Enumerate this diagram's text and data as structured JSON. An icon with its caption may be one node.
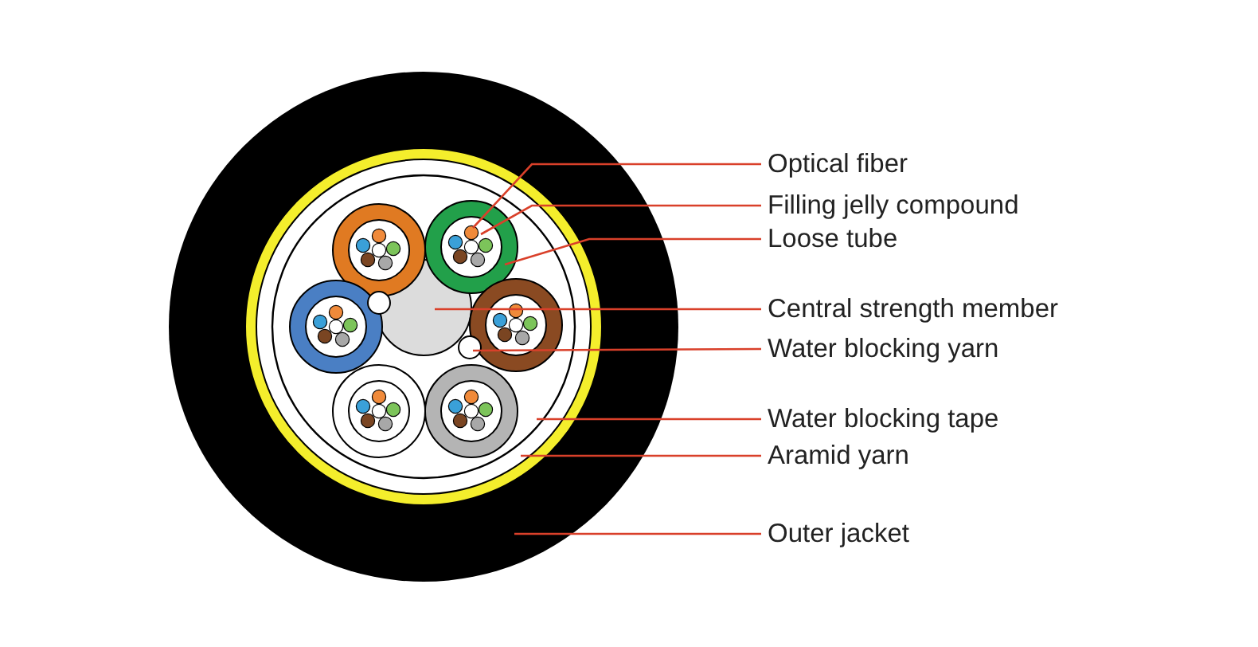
{
  "diagram": {
    "nodes": [
      {
        "text": [
          "Optical fiber"
        ]
      },
      {
        "text": [
          "Filling jelly compound"
        ]
      },
      {
        "text": [
          "Loose tube"
        ]
      },
      {
        "text": [
          "Central strength member"
        ]
      },
      {
        "text": [
          "Water blocking yarn"
        ]
      },
      {
        "text": [
          "Water blocking tape"
        ]
      },
      {
        "text": [
          "Aramid yarn"
        ]
      },
      {
        "text": [
          "Outer jacket"
        ]
      }
    ],
    "edges": [
      {
        "from": 0,
        "to": null,
        "arrow": "none"
      },
      {
        "from": 1,
        "to": null,
        "arrow": "none"
      },
      {
        "from": 2,
        "to": null,
        "arrow": "none"
      },
      {
        "from": 3,
        "to": null,
        "arrow": "none"
      },
      {
        "from": 4,
        "to": null,
        "arrow": "none"
      },
      {
        "from": 5,
        "to": null,
        "arrow": "none"
      },
      {
        "from": 6,
        "to": null,
        "arrow": "none"
      },
      {
        "from": 7,
        "to": null,
        "arrow": "none"
      }
    ]
  }
}
